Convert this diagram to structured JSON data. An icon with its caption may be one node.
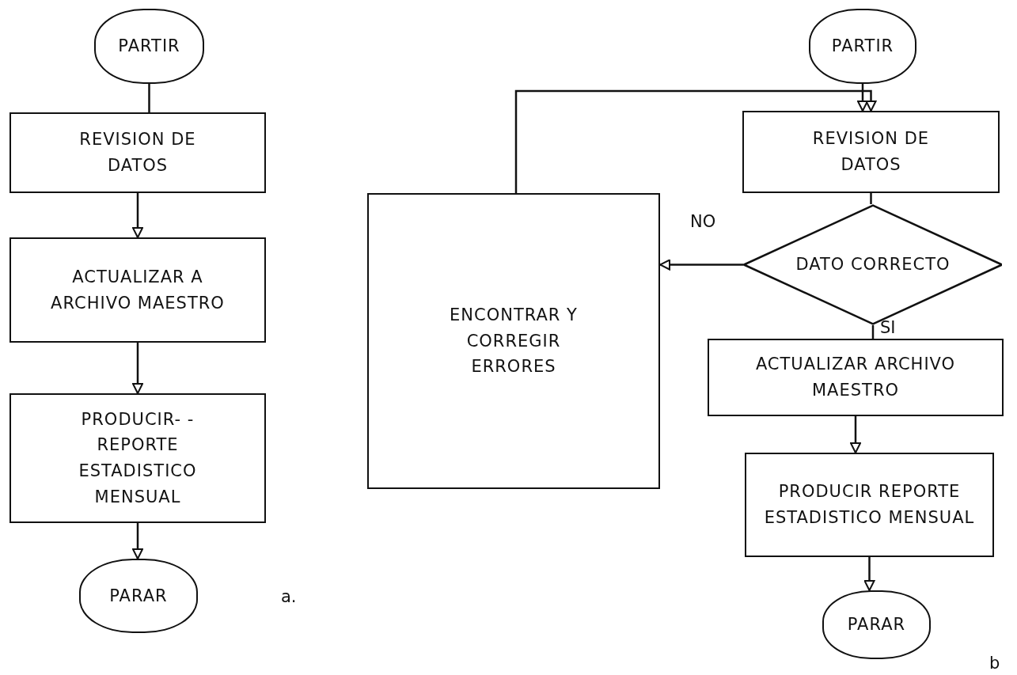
{
  "diagram": {
    "nodes": [
      {
        "text": [
          "PARTIR"
        ]
      },
      {
        "text": [
          "REVISION DE DATOS"
        ]
      },
      {
        "text": [
          "ACTUALIZAR A ARCHIVO MAESTRO"
        ]
      },
      {
        "text": [
          "PRODUCIR- - REPORTE ESTADISTICO MENSUAL"
        ]
      },
      {
        "text": [
          "PARAR"
        ]
      },
      {
        "text": [
          "PARTIR"
        ]
      },
      {
        "text": [
          "REVISION DE DATOS"
        ]
      },
      {
        "text": [
          "DATO CORRECTO"
        ]
      },
      {
        "text": [
          "ENCONTRAR Y CORREGIR ERRORES"
        ]
      },
      {
        "text": [
          "ACTUALIZAR ARCHIVO MAESTRO"
        ]
      },
      {
        "text": [
          "PRODUCIR REPORTE ESTADISTICO MENSUAL"
        ]
      },
      {
        "text": [
          "PARAR"
        ]
      }
    ],
    "edges": [
      {
        "from": 0,
        "to": 1,
        "arrow": "none"
      },
      {
        "from": 1,
        "to": 2,
        "arrow": "to"
      },
      {
        "from": 2,
        "to": 3,
        "arrow": "to"
      },
      {
        "from": 3,
        "to": 4,
        "arrow": "to"
      },
      {
        "from": 5,
        "to": 6,
        "arrow": "to"
      },
      {
        "from": 6,
        "to": 7,
        "arrow": "none"
      },
      {
        "from": 7,
        "to": 8,
        "arrow": "to",
        "label": "NO"
      },
      {
        "from": 7,
        "to": 9,
        "arrow": "none",
        "label": "SI"
      },
      {
        "from": 9,
        "to": 10,
        "arrow": "to"
      },
      {
        "from": 10,
        "to": 11,
        "arrow": "to"
      },
      {
        "from": 8,
        "to": 6,
        "arrow": "to"
      }
    ],
    "labels": [
      "a.",
      "b"
    ]
  }
}
